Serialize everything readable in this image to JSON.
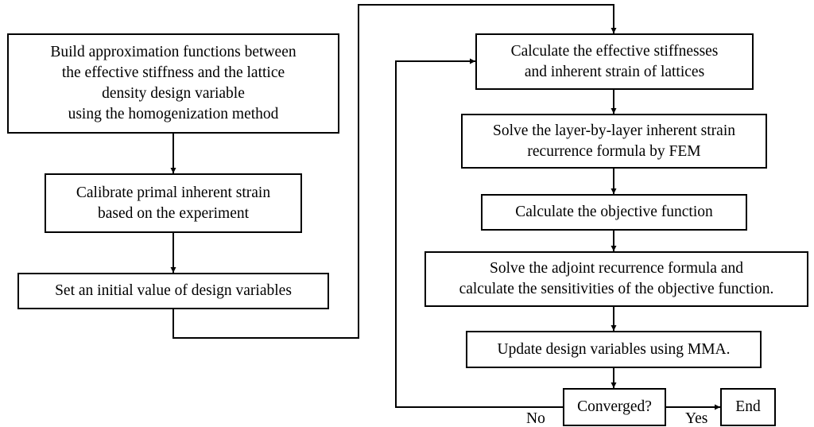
{
  "nodes": {
    "build_approx": {
      "lines": [
        "Build approximation functions between",
        "the effective stiffness and the lattice",
        "density design variable",
        "using the homogenization method"
      ]
    },
    "calibrate": {
      "lines": [
        "Calibrate primal inherent strain",
        "based on the experiment"
      ]
    },
    "set_initial": {
      "lines": [
        "Set an initial value of design variables"
      ]
    },
    "calc_stiffness": {
      "lines": [
        "Calculate the effective stiffnesses",
        "and inherent strain of lattices"
      ]
    },
    "solve_recurrence": {
      "lines": [
        "Solve the layer-by-layer inherent strain",
        "recurrence formula by FEM"
      ]
    },
    "calc_objective": {
      "lines": [
        "Calculate the objective function"
      ]
    },
    "solve_adjoint": {
      "lines": [
        "Solve the adjoint recurrence formula and",
        "calculate the sensitivities of the objective function."
      ]
    },
    "update_mma": {
      "lines": [
        "Update design variables using MMA."
      ]
    },
    "converged": {
      "lines": [
        "Converged?"
      ]
    },
    "end": {
      "lines": [
        "End"
      ]
    }
  },
  "edge_labels": {
    "no": "No",
    "yes": "Yes"
  }
}
